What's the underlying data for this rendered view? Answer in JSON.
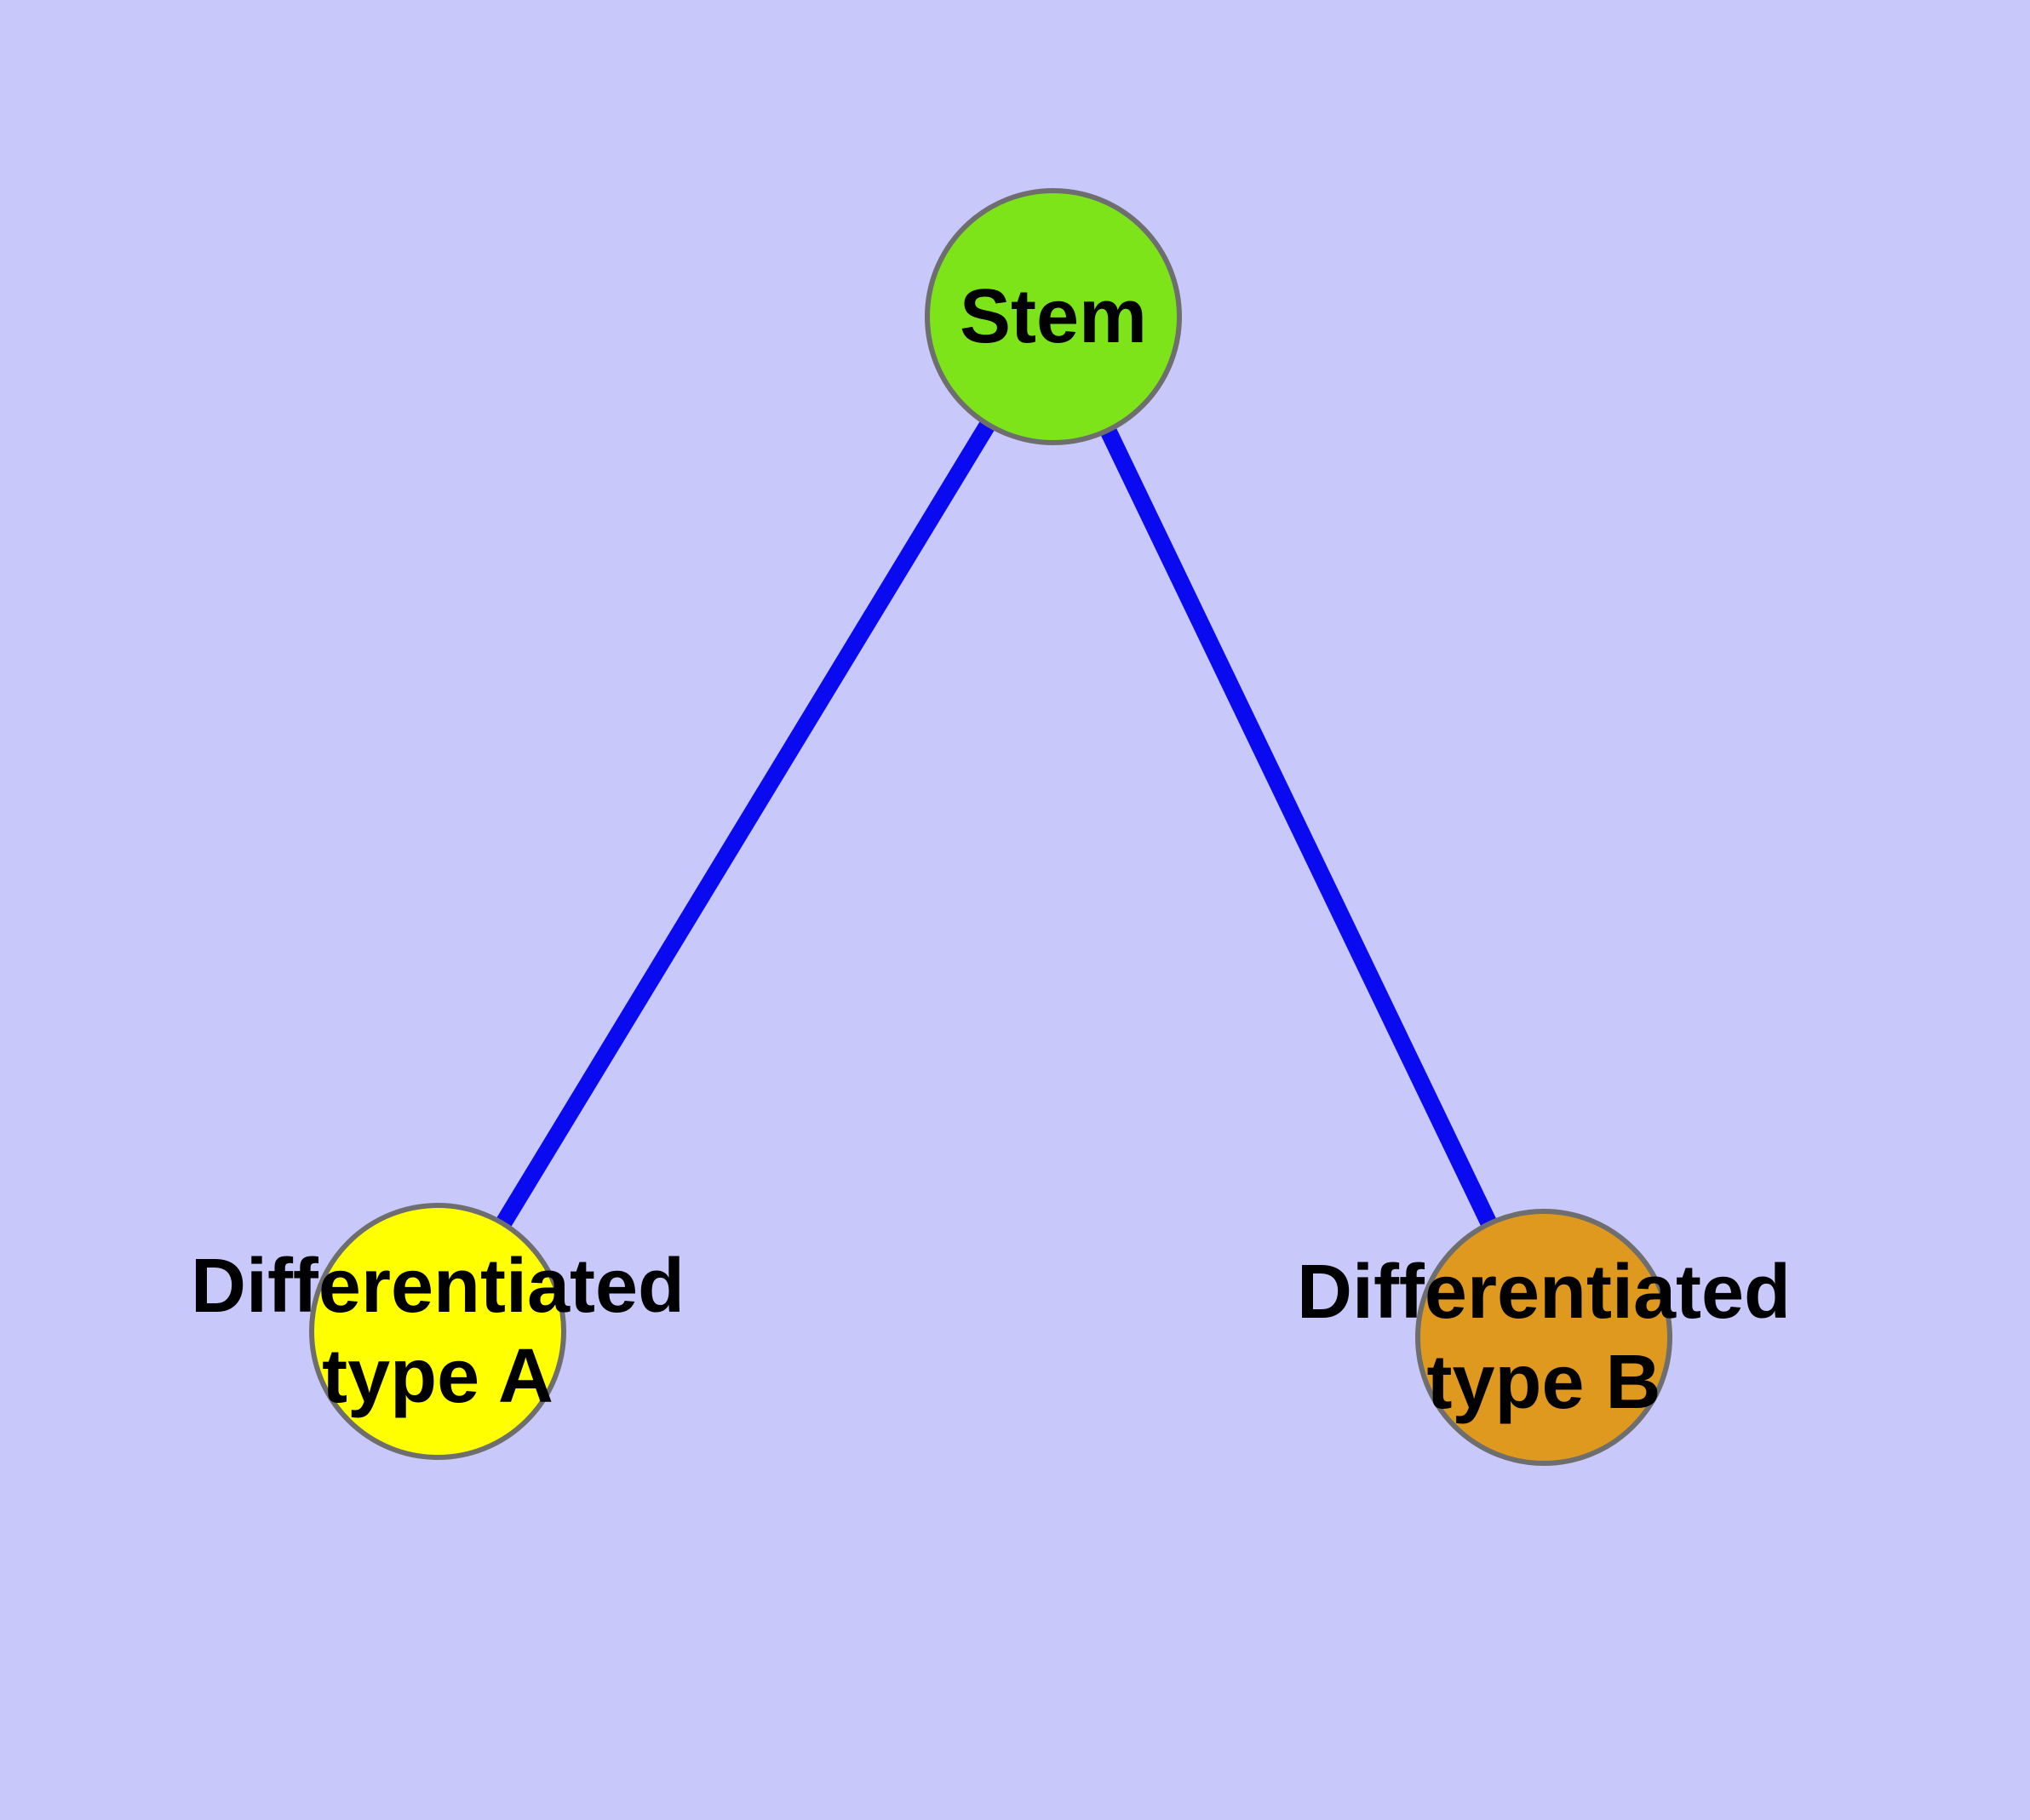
{
  "colors": {
    "background": "#c8c8fa",
    "edge": "#0a0af0",
    "node_border": "#6e6e6e",
    "label": "#000000",
    "stem_fill": "#7de41a",
    "type_a_fill": "#ffff00",
    "type_b_fill": "#e0991f"
  },
  "nodes": [
    {
      "id": "stem",
      "label": "Stem",
      "fill": "#7de41a"
    },
    {
      "id": "differentiated-type-a",
      "label": "Differentiated type A",
      "label_line1": "Differentiated",
      "label_line2": "type A",
      "fill": "#ffff00"
    },
    {
      "id": "differentiated-type-b",
      "label": "Differentiated type B",
      "label_line1": "Differentiated",
      "label_line2": "type B",
      "fill": "#e0991f"
    }
  ],
  "edges": [
    {
      "from": "Stem",
      "to": "Differentiated type A"
    },
    {
      "from": "Stem",
      "to": "Differentiated type B"
    }
  ]
}
